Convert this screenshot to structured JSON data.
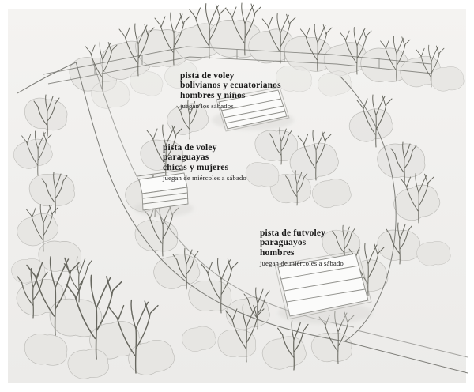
{
  "colors": {
    "paper": "#f1f0ee",
    "ink": "#1b1b1b",
    "pencil": "#6c6c68",
    "court": "#fbfbfa"
  },
  "annotations": [
    {
      "line1": "pista de voley",
      "line2": "bolivianos y ecuatorianos",
      "line3": "hombres y niños",
      "note": "juegan los sábados"
    },
    {
      "line1": "pista de voley",
      "line2": "paraguayas",
      "line3": "chicas y mujeres",
      "note": "juegan de miércoles a sábado"
    },
    {
      "line1": "pista de futvoley",
      "line2": "paraguayos",
      "line3": "hombres",
      "note": "juegan de miércoles a sábado"
    }
  ]
}
